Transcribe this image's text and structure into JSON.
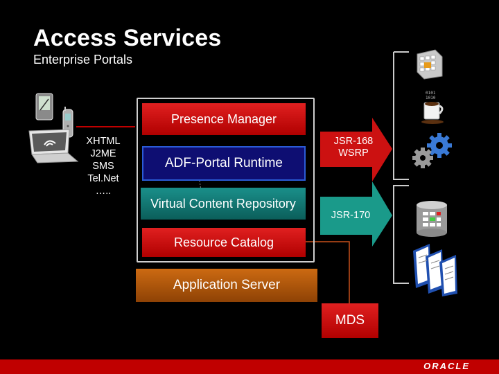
{
  "header": {
    "title": "Access Services",
    "subtitle": "Enterprise Portals"
  },
  "protocols": [
    "XHTML",
    "J2ME",
    "SMS",
    "Tel.Net",
    "….."
  ],
  "components": {
    "presence_manager": "Presence Manager",
    "adf_portal_runtime": "ADF-Portal Runtime",
    "virtual_content_repository": "Virtual Content Repository",
    "resource_catalog": "Resource Catalog",
    "application_server": "Application Server",
    "mds": "MDS"
  },
  "arrows": {
    "jsr168_line1": "JSR-168",
    "jsr168_line2": "WSRP",
    "jsr170": "JSR-170"
  },
  "footer": {
    "logo": "ORACLE"
  },
  "icons": [
    "pda-icon",
    "mobile-phone-icon",
    "laptop-wifi-icon",
    "server-grid-icon",
    "java-cup-icon",
    "gears-icon",
    "database-icon",
    "documents-icon"
  ],
  "colors": {
    "red": "#c00000",
    "teal": "#1a8f8a",
    "navy": "#0e0e72",
    "orange": "#cc6a12"
  }
}
